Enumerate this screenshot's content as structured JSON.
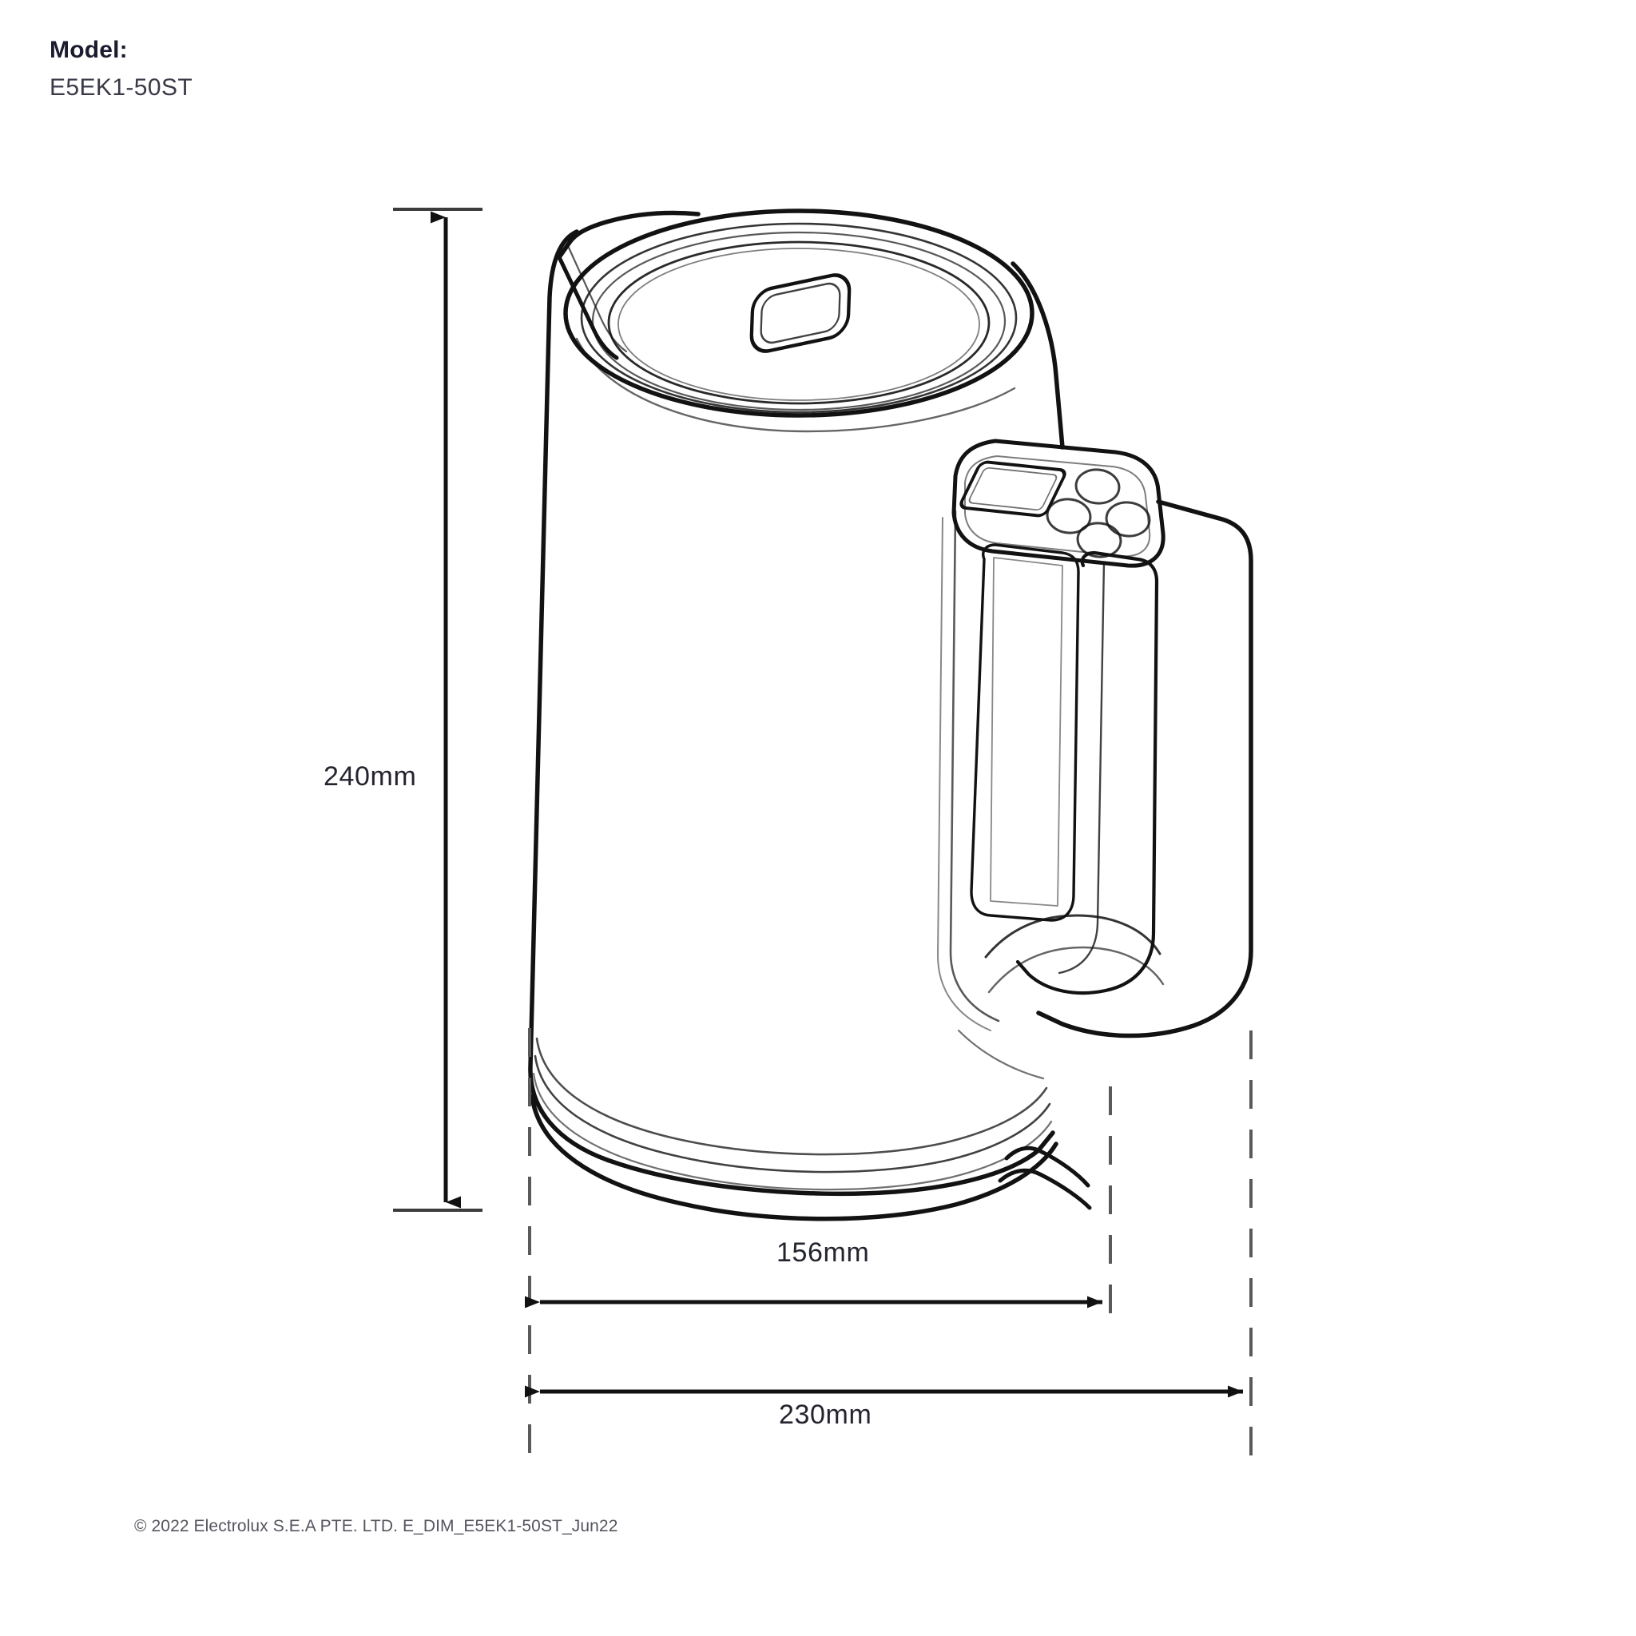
{
  "sheet": {
    "background_color": "#ffffff",
    "line_color": "#1a1a1a",
    "text_color": "#1b1c30"
  },
  "model": {
    "label": "Model:",
    "value": "E5EK1-50ST"
  },
  "footer": {
    "copyright": "© 2022 Electrolux S.E.A PTE. LTD. E_DIM_E5EK1-50ST_Jun22"
  },
  "dimensions": {
    "height": {
      "value": "240mm",
      "orientation": "vertical",
      "measures": "overall-height"
    },
    "depth": {
      "value": "156mm",
      "orientation": "horizontal",
      "measures": "body-diameter"
    },
    "width": {
      "value": "230mm",
      "orientation": "horizontal",
      "measures": "overall-width-with-handle"
    }
  },
  "product": {
    "type": "electric-kettle",
    "view": "three-quarter-perspective-line-drawing",
    "parts": [
      "lid",
      "lid-knob",
      "spout",
      "body",
      "control-panel",
      "display-screen",
      "buttons",
      "handle",
      "handle-slot",
      "base-ring",
      "cord-connector"
    ],
    "button_count": 4
  }
}
